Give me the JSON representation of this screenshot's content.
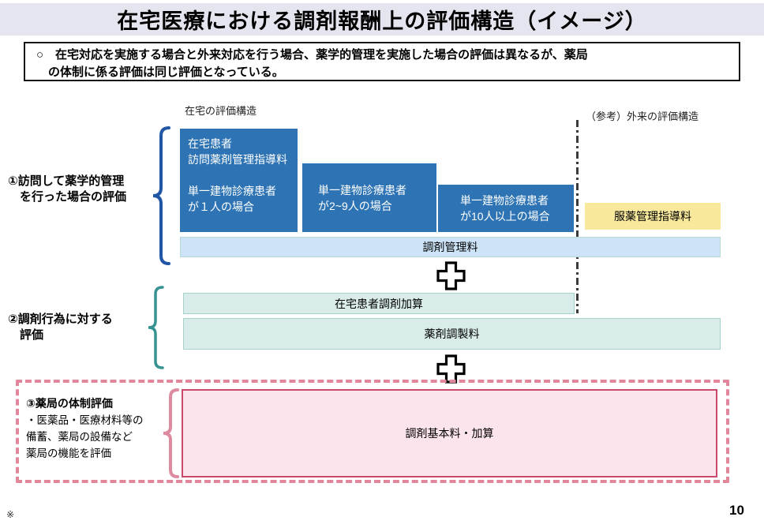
{
  "header": {
    "title": "在宅医療における調剤報酬上の評価構造（イメージ）"
  },
  "summary": {
    "text": "○　在宅対応を実施する場合と外来対応を行う場合、薬学的管理を実施した場合の評価は異なるが、薬局\n　の体制に係る評価は同じ評価となっている。"
  },
  "diagram": {
    "home_structure_label": "在宅の評価構造",
    "outpatient_structure_label": "（参考）外来の評価構造",
    "section1": {
      "label": "①訪問して薬学的管理\n　を行った場合の評価",
      "boxes": [
        {
          "text": "在宅患者\n訪問薬剤管理指導料\n\n単一建物診療患者\nが１人の場合"
        },
        {
          "text": "単一建物診療患者\nが2~9人の場合"
        },
        {
          "text": "単一建物診療患者\nが10人以上の場合"
        }
      ],
      "yellow_box_label": "服薬管理指導料",
      "bar_label": "調剤管理料"
    },
    "section2": {
      "label": "②調剤行為に対する\n　評価",
      "bars": [
        {
          "label": "在宅患者調剤加算"
        },
        {
          "label": "薬剤調製料"
        }
      ]
    },
    "section3": {
      "label_title": "③薬局の体制評価",
      "label_body": "・医薬品・医療材料等の\n備蓄、薬局の設備など\n薬局の機能を評価",
      "box_label": "調剤基本料・加算"
    },
    "colors": {
      "blue_box": "#2E74B5",
      "light_blue_bar": "#CDE4F8",
      "teal_bar": "#D9ECEA",
      "yellow_box": "#F7E89B",
      "pink_fill": "#FBE4EB",
      "pink_border": "#C9496B",
      "pink_dashed_border": "#E2879B",
      "brace_blue": "#2156A5",
      "brace_teal": "#379392",
      "title_bar_bg": "#E5E5F0"
    }
  },
  "footer": {
    "footnote": "※",
    "page_number": "10"
  }
}
